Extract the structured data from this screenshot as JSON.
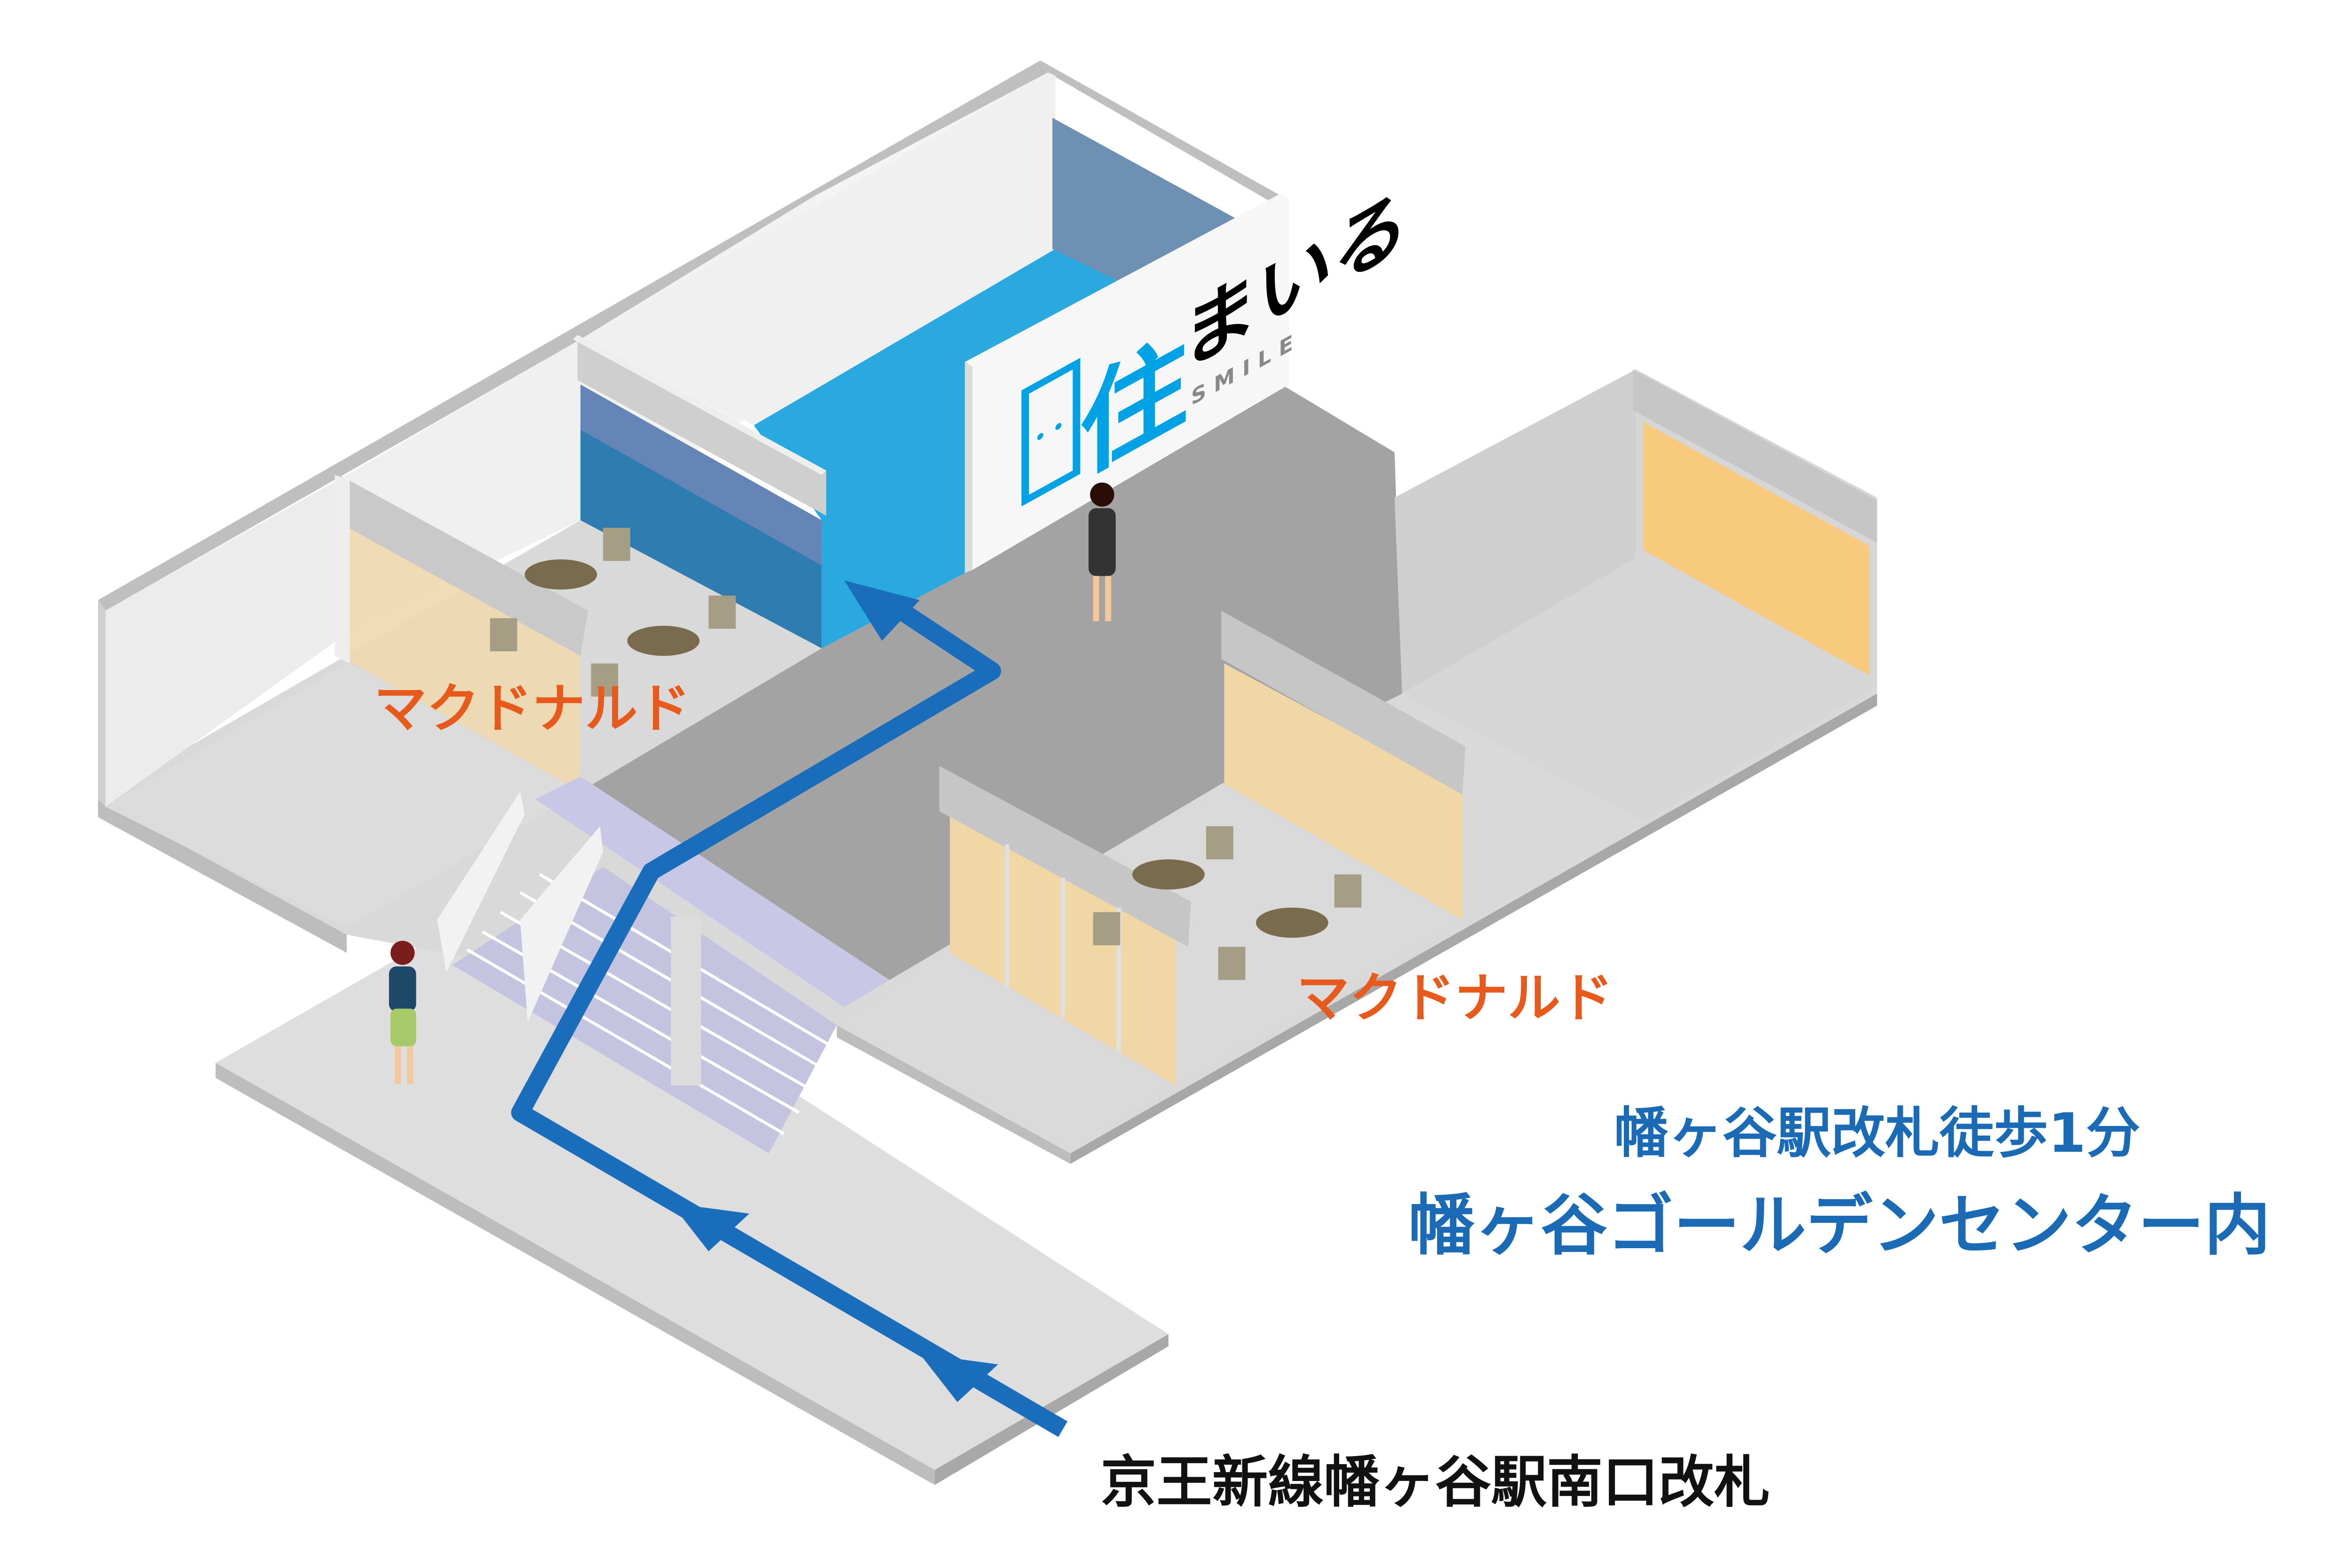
{
  "map": {
    "store_labels": [
      "マクドナルド",
      "マクドナルド"
    ],
    "sign": {
      "logo_kanji": "住",
      "logo_kana": "まいる",
      "logo_sub": "SMILE"
    },
    "info_line1": "幡ヶ谷駅改札徒歩1分",
    "info_line2": "幡ヶ谷ゴールデンセンター内",
    "entrance_label": "京王新線幡ヶ谷駅南口改札"
  },
  "colors": {
    "route": "#1a6dbb",
    "store_label": "#e85a1b",
    "info_text": "#1a6ab5",
    "logo_blue": "#00a2e6",
    "floor_corridor": "#a3a3a3",
    "store_glow": "#f3d7a3"
  }
}
